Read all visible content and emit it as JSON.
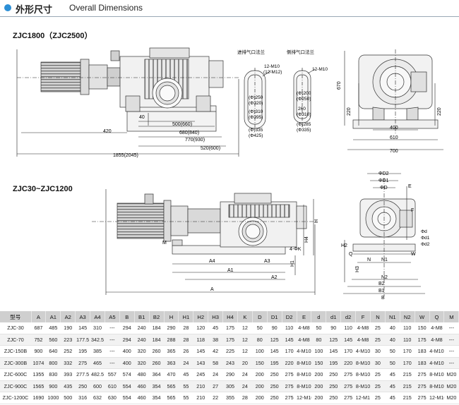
{
  "header": {
    "title_cn": "外形尺寸",
    "title_en": "Overall Dimensions",
    "accent": "#2c8fd6"
  },
  "top_section": {
    "model_label": "ZJC1800（ZJC2500）",
    "dims": {
      "d420": "420",
      "d1855": "1855(2045)",
      "d40": "40",
      "d500": "500(660)",
      "d680": "680(840)",
      "d770": "770(930)",
      "d520": "520(600)"
    },
    "inlet_flange": {
      "title": "进排气口法兰",
      "bolt": "12-M10",
      "bolt2": "(12-M12)",
      "d1": "(Φ)250",
      "d1b": "(Φ320)",
      "d2": "(Φ)310",
      "d2b": "(Φ395)",
      "d3": "(Φ)335",
      "d3b": "(Φ425)"
    },
    "side_flange": {
      "title": "侧排气口法兰",
      "bolt": "12-M10",
      "d1": "(Φ)200",
      "d1b": "(Φ250)",
      "d2": "260",
      "d2b": "(Φ310)",
      "d3": "(Φ)285",
      "d3b": "(Φ335)"
    },
    "side_view": {
      "h670": "670",
      "h220a": "220",
      "h220b": "220",
      "w400": "400",
      "w610": "610",
      "w700": "700"
    }
  },
  "bottom_section": {
    "model_label": "ZJC30~ZJC1200",
    "labels": {
      "A": "A",
      "A1": "A1",
      "A2": "A2",
      "A3": "A3",
      "A4": "A4",
      "H": "H",
      "H1": "H1",
      "H2": "H2",
      "H3": "H3",
      "H4": "H4",
      "K": "4-ΦK",
      "M": "M",
      "B": "B",
      "B1": "B1",
      "B2": "B2",
      "D": "ΦD",
      "D1": "ΦD1",
      "D2": "ΦD2",
      "d": "Φd",
      "d1": "Φd1",
      "d2": "Φd2",
      "E": "E",
      "F": "F",
      "N": "N",
      "N1": "N1",
      "N2": "N2",
      "Q": "Q",
      "W": "W"
    }
  },
  "table": {
    "headers": [
      "型号",
      "A",
      "A1",
      "A2",
      "A3",
      "A4",
      "A5",
      "B",
      "B1",
      "B2",
      "H",
      "H1",
      "H2",
      "H3",
      "H4",
      "K",
      "D",
      "D1",
      "D2",
      "E",
      "d",
      "d1",
      "d2",
      "F",
      "N",
      "N1",
      "N2",
      "W",
      "Q",
      "M"
    ],
    "rows": [
      [
        "ZJC-30",
        "687",
        "485",
        "190",
        "145",
        "310",
        "---",
        "294",
        "240",
        "184",
        "290",
        "28",
        "120",
        "45",
        "175",
        "12",
        "50",
        "90",
        "110",
        "4-M8",
        "50",
        "90",
        "110",
        "4-M8",
        "25",
        "40",
        "110",
        "150",
        "4-M8",
        "---"
      ],
      [
        "ZJC-70",
        "752",
        "560",
        "223",
        "177.5",
        "342.5",
        "---",
        "294",
        "240",
        "184",
        "288",
        "28",
        "118",
        "38",
        "175",
        "12",
        "80",
        "125",
        "145",
        "4-M8",
        "80",
        "125",
        "145",
        "4-M8",
        "25",
        "40",
        "110",
        "175",
        "4-M8",
        "---"
      ],
      [
        "ZJC-150B",
        "900",
        "640",
        "252",
        "195",
        "385",
        "---",
        "400",
        "320",
        "260",
        "365",
        "26",
        "145",
        "42",
        "225",
        "12",
        "100",
        "145",
        "170",
        "4-M10",
        "100",
        "145",
        "170",
        "4-M10",
        "30",
        "50",
        "170",
        "183",
        "4-M10",
        "---"
      ],
      [
        "ZJC-300B",
        "1074",
        "800",
        "332",
        "275",
        "465",
        "---",
        "400",
        "320",
        "260",
        "363",
        "24",
        "143",
        "58",
        "243",
        "20",
        "150",
        "195",
        "220",
        "8-M10",
        "150",
        "195",
        "220",
        "8-M10",
        "30",
        "50",
        "170",
        "183",
        "4-M10",
        "---"
      ],
      [
        "ZJC-600C",
        "1355",
        "830",
        "393",
        "277.5",
        "482.5",
        "557",
        "574",
        "480",
        "364",
        "470",
        "45",
        "245",
        "24",
        "290",
        "24",
        "200",
        "250",
        "275",
        "8-M10",
        "200",
        "250",
        "275",
        "8-M10",
        "25",
        "45",
        "215",
        "275",
        "8-M10",
        "M20"
      ],
      [
        "ZJC-900C",
        "1565",
        "900",
        "435",
        "250",
        "600",
        "610",
        "554",
        "460",
        "354",
        "565",
        "55",
        "210",
        "27",
        "305",
        "24",
        "200",
        "250",
        "275",
        "8-M10",
        "200",
        "250",
        "275",
        "8-M10",
        "25",
        "45",
        "215",
        "275",
        "8-M10",
        "M20"
      ],
      [
        "ZJC-1200C",
        "1690",
        "1000",
        "500",
        "316",
        "632",
        "630",
        "554",
        "460",
        "354",
        "565",
        "55",
        "210",
        "22",
        "355",
        "28",
        "200",
        "250",
        "275",
        "12-M10",
        "200",
        "250",
        "275",
        "12-M10",
        "25",
        "45",
        "215",
        "275",
        "12-M10",
        "M20"
      ]
    ]
  }
}
